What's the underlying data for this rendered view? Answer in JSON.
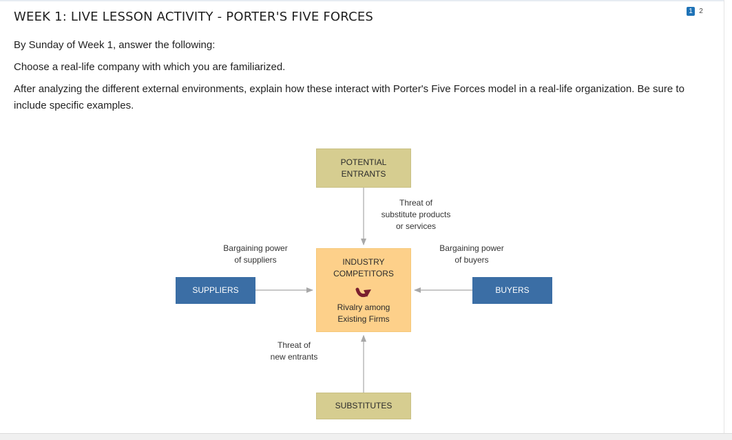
{
  "page": {
    "title": "WEEK 1: LIVE LESSON ACTIVITY - PORTER'S FIVE FORCES",
    "pager": [
      "1",
      "2"
    ],
    "paragraphs": [
      "By Sunday of Week 1, answer the following:",
      "Choose a real-life company with which you are familiarized.",
      "After analyzing the different external environments, explain how these interact with Porter's Five Forces model in a real-life organization. Be sure to include specific examples."
    ]
  },
  "diagram": {
    "potential_entrants": [
      "POTENTIAL",
      "ENTRANTS"
    ],
    "industry_title": [
      "INDUSTRY",
      "COMPETITORS"
    ],
    "rivalry": [
      "Rivalry among",
      "Existing Firms"
    ],
    "suppliers": "SUPPLIERS",
    "buyers": "BUYERS",
    "substitutes": "SUBSTITUTES",
    "bargaining_suppliers": [
      "Bargaining power",
      "of suppliers"
    ],
    "bargaining_buyers": [
      "Bargaining power",
      "of buyers"
    ],
    "threat_substitutes": [
      "Threat of",
      "substitute products",
      "or services"
    ],
    "threat_entrants": [
      "Threat of",
      "new entrants"
    ],
    "colors": {
      "tan_box": "#d6cd90",
      "industry_box": "#fdd08a",
      "blue_box": "#3b6ea5",
      "rivalry_arrow": "#7a1f2e",
      "connector": "#a8a8a8"
    },
    "icons": [
      "circular-arrow-icon"
    ]
  }
}
